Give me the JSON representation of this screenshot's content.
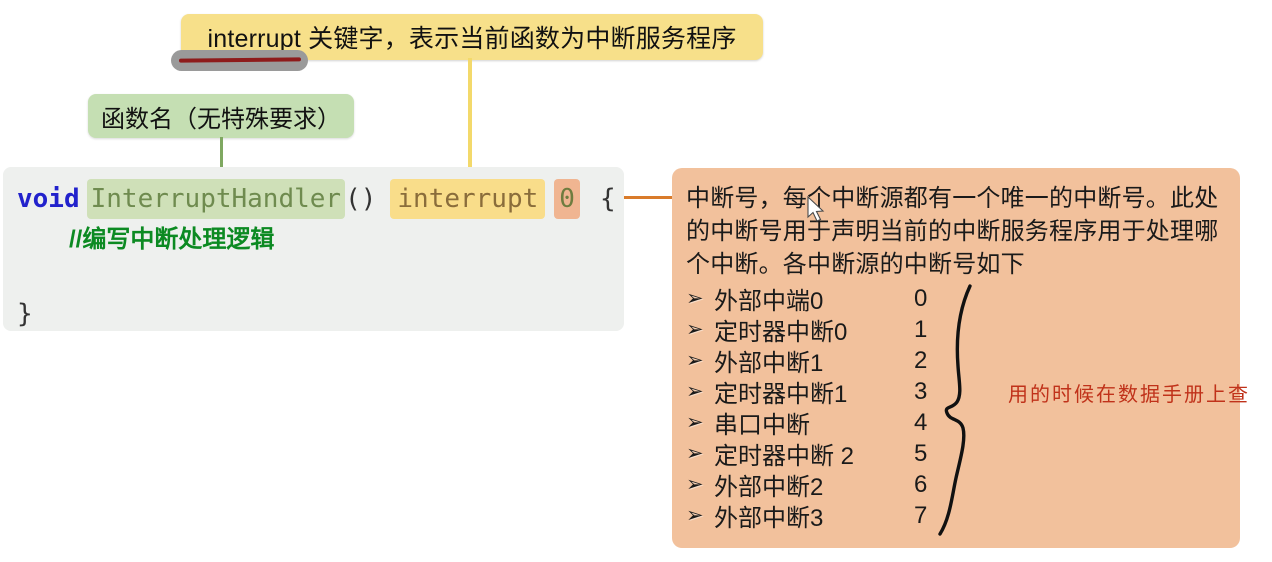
{
  "callouts": {
    "keyword_label": "interrupt 关键字，表示当前函数为中断服务程序",
    "function_name_label": "函数名（无特殊要求）"
  },
  "code": {
    "keyword_void": "void",
    "function_name": "InterruptHandler",
    "parens": "()",
    "interrupt_keyword": "interrupt",
    "interrupt_number": "0",
    "open_brace": "{",
    "comment": "//编写中断处理逻辑",
    "close_brace": "}"
  },
  "info_panel": {
    "paragraph": "中断号，每个中断源都有一个唯一的中断号。此处的中断号用于声明当前的中断服务程序用于处理哪个中断。各中断源的中断号如下",
    "bullet_glyph": "➢",
    "interrupt_table": [
      {
        "name": "外部中端0",
        "number": "0"
      },
      {
        "name": "定时器中断0",
        "number": "1"
      },
      {
        "name": "外部中断1",
        "number": "2"
      },
      {
        "name": "定时器中断1",
        "number": "3"
      },
      {
        "name": "串口中断",
        "number": "4"
      },
      {
        "name": "定时器中断 2",
        "number": "5"
      },
      {
        "name": "外部中断2",
        "number": "6"
      },
      {
        "name": "外部中断3",
        "number": "7"
      }
    ],
    "brace_note": "用的时候在数据手册上查"
  },
  "colors": {
    "yellow_callout_bg": "#f7e08a",
    "green_callout_bg": "#c5dfb3",
    "panel_bg": "#f2c19c",
    "code_bg": "#eef0ee",
    "void_keyword": "#2222cc",
    "function_name": "#6f8b4f",
    "comment_green": "#0c8a22",
    "number_highlight": "#f0b591",
    "interrupt_highlight": "#f9dd8a",
    "note_red": "#c0321a",
    "connector_orange": "#d97b2a",
    "scribble_gray": "#9a9a9a",
    "scribble_red": "#8e1b1b"
  }
}
